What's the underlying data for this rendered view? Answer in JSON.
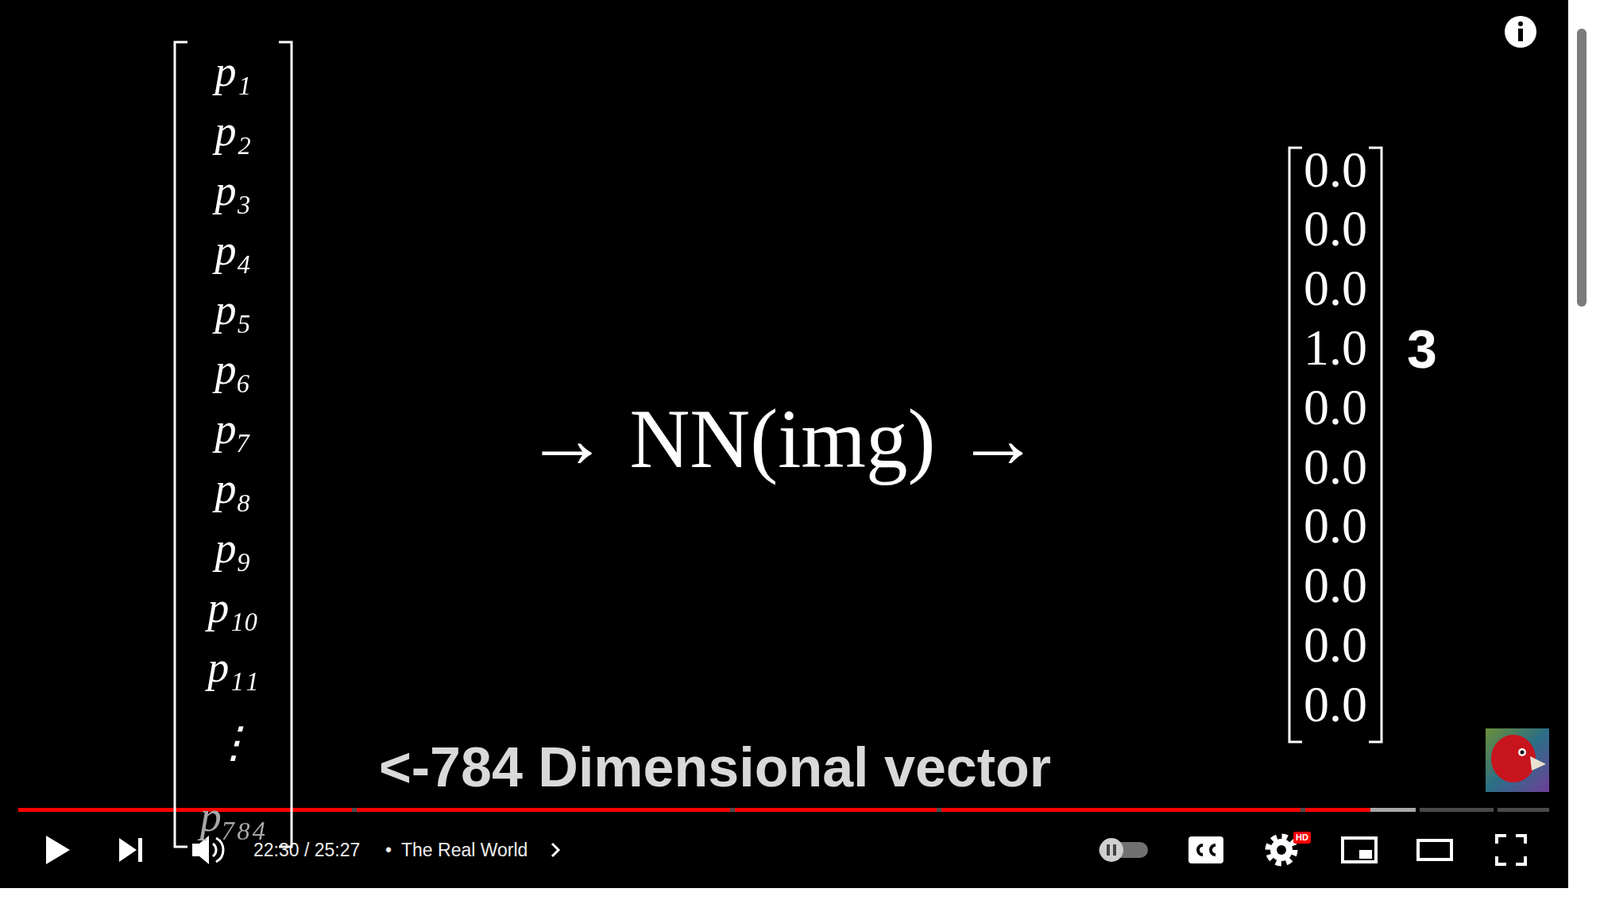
{
  "diagram": {
    "nodes": [
      {
        "text": [
          "p₁",
          "p₂",
          "p₃",
          "p₄",
          "p₅",
          "p₆",
          "p₇",
          "p₈",
          "p₉",
          "p₁₀",
          "p₁₁",
          "⋮",
          "p₇₈₄"
        ]
      },
      {
        "text": [
          "0.0",
          "0.0",
          "0.0",
          "1.0",
          "0.0",
          "0.0",
          "0.0",
          "0.0",
          "0.0",
          "0.0"
        ]
      }
    ],
    "labels": [
      "→ NN(img) →",
      "3",
      "<-784 Dimensional vector",
      "22:30 / 25:27",
      "•",
      "The Real World",
      "HD"
    ]
  }
}
